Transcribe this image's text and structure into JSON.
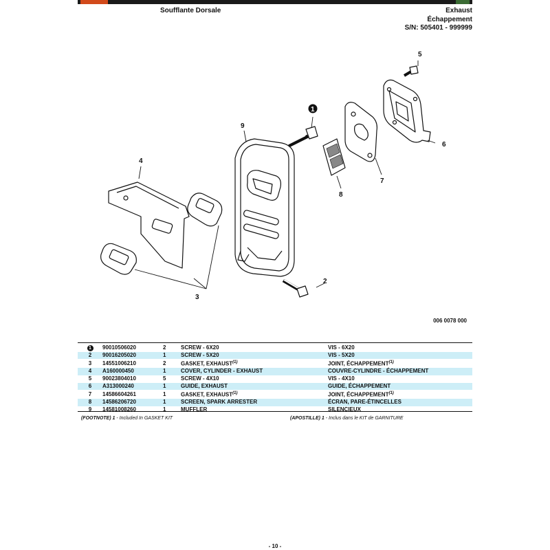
{
  "header": {
    "left_title": "Soufflante Dorsale",
    "right_lines": [
      "Exhaust",
      "Échappement",
      "S/N: 505401 - 999999"
    ]
  },
  "diagram": {
    "callouts": [
      "1",
      "2",
      "3",
      "4",
      "5",
      "6",
      "7",
      "8",
      "9"
    ],
    "figure_number": "006 0078 000"
  },
  "parts": [
    {
      "ref": "1",
      "ref_style": "circle",
      "part_no": "90010506020",
      "qty": "2",
      "en": "SCREW - 6X20",
      "fr": "VIS - 6X20"
    },
    {
      "ref": "2",
      "part_no": "90016205020",
      "qty": "1",
      "en": "SCREW - 5X20",
      "fr": "VIS - 5X20"
    },
    {
      "ref": "3",
      "part_no": "14551006210",
      "qty": "2",
      "en": "GASKET, EXHAUST",
      "en_sup": "(1)",
      "fr": "JOINT, ÉCHAPPEMENT",
      "fr_sup": "(1)"
    },
    {
      "ref": "4",
      "part_no": "A160000450",
      "qty": "1",
      "en": "COVER, CYLINDER - EXHAUST",
      "fr": "COUVRE-CYLINDRE - ÉCHAPPEMENT"
    },
    {
      "ref": "5",
      "part_no": "90023804010",
      "qty": "5",
      "en": "SCREW - 4X10",
      "fr": "VIS - 4X10"
    },
    {
      "ref": "6",
      "part_no": "A313000240",
      "qty": "1",
      "en": "GUIDE, EXHAUST",
      "fr": "GUIDE, ÉCHAPPEMENT"
    },
    {
      "ref": "7",
      "part_no": "14586604261",
      "qty": "1",
      "en": "GASKET, EXHAUST",
      "en_sup": "(1)",
      "fr": "JOINT, ÉCHAPPEMENT",
      "fr_sup": "(1)"
    },
    {
      "ref": "8",
      "part_no": "14586206720",
      "qty": "1",
      "en": "SCREEN, SPARK ARRESTER",
      "fr": "ÉCRAN, PARE-ÉTINCELLES"
    },
    {
      "ref": "9",
      "part_no": "14581008260",
      "qty": "1",
      "en": "MUFFLER",
      "fr": "SILENCIEUX"
    }
  ],
  "footnotes": {
    "en_label": "(FOOTNOTE)",
    "en_num": "1",
    "en_text": " - Included In GASKET KIT",
    "fr_label": "(APOSTILLE)",
    "fr_num": "1",
    "fr_text": " - Inclus dans le KIT de GARNITURE"
  },
  "page_number": "- 10 -",
  "colors": {
    "row_highlight": "#cdeef7",
    "brand_orange": "#d24a1b"
  }
}
